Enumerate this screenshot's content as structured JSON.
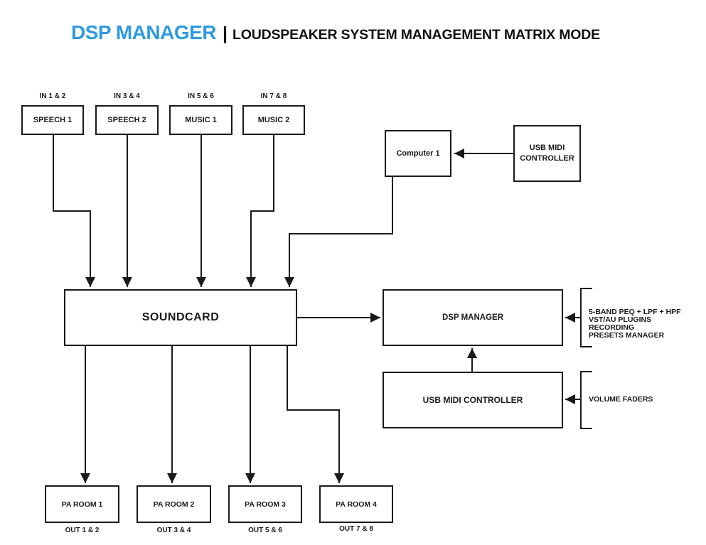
{
  "title": {
    "brand": "DSP MANAGER",
    "separator": "|",
    "rest": "LOUDSPEAKER SYSTEM MANAGEMENT MATRIX MODE"
  },
  "colors": {
    "brand_blue": "#2E9BE0",
    "line_black": "#1a1a1a",
    "background": "#ffffff"
  },
  "inputs": [
    {
      "channel": "IN 1 & 2",
      "name": "SPEECH 1"
    },
    {
      "channel": "IN 3 & 4",
      "name": "SPEECH 2"
    },
    {
      "channel": "IN 5 & 6",
      "name": "MUSIC 1"
    },
    {
      "channel": "IN 7 & 8",
      "name": "MUSIC 2"
    }
  ],
  "nodes": {
    "computer": "Computer 1",
    "usb_midi_top": "USB MIDI CONTROLLER",
    "soundcard": "SOUNDCARD",
    "dsp_manager": "DSP MANAGER",
    "usb_midi_bottom": "USB MIDI CONTROLLER"
  },
  "outputs": [
    {
      "name": "PA ROOM 1",
      "channel": "OUT 1 & 2"
    },
    {
      "name": "PA ROOM 2",
      "channel": "OUT 3 & 4"
    },
    {
      "name": "PA ROOM 3",
      "channel": "OUT 5 & 6"
    },
    {
      "name": "PA ROOM 4",
      "channel": "OUT 7 & 8"
    }
  ],
  "annotations": {
    "dsp_features": [
      "5-BAND PEQ + LPF + HPF",
      "VST/AU PLUGINS",
      "RECORDING",
      "PRESETS MANAGER"
    ],
    "midi_feature": "VOLUME FADERS"
  }
}
